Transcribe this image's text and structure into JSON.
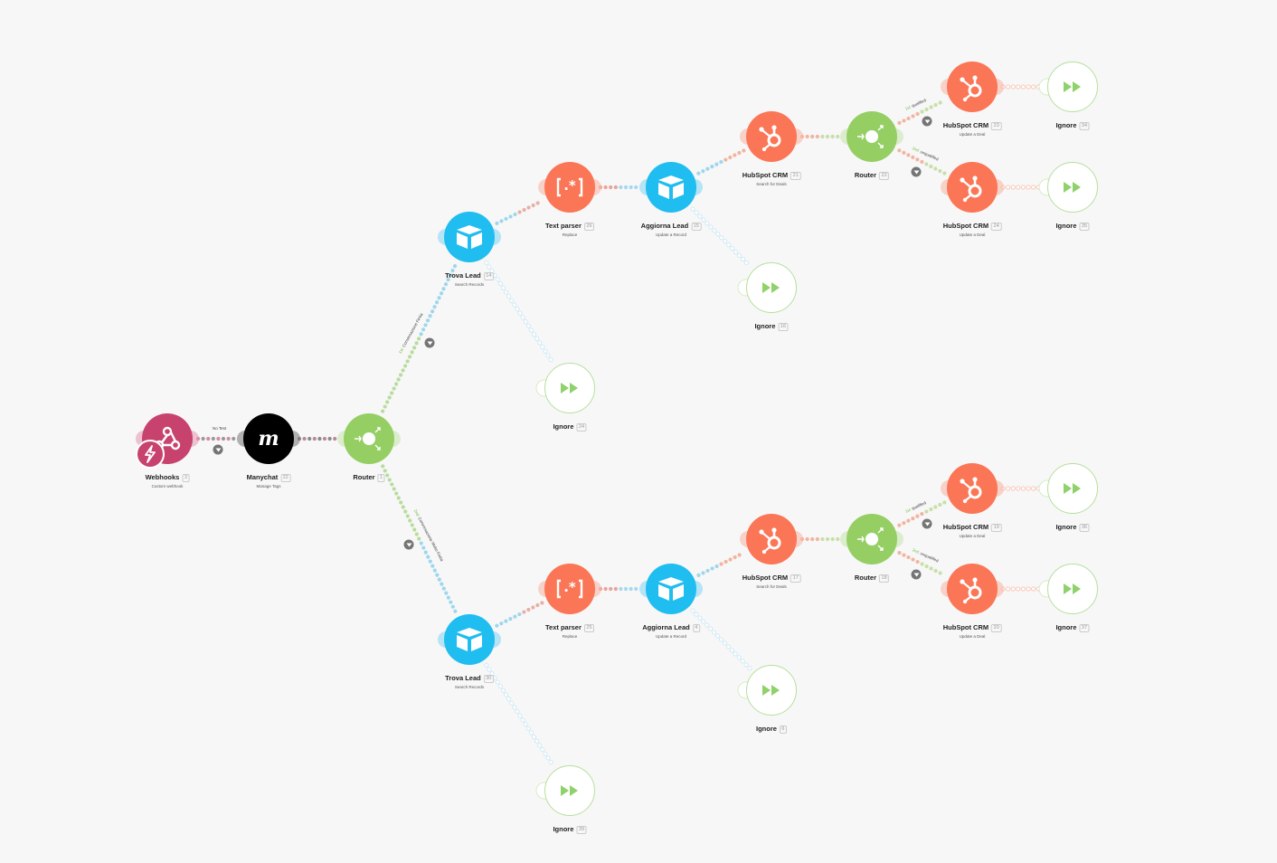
{
  "scenario": {
    "nodes": {
      "webhooks": {
        "title": "Webhooks",
        "id": "3",
        "subtitle": "Custom webhook",
        "app": "webhooks",
        "color": "#c8426e"
      },
      "manychat": {
        "title": "Manychat",
        "id": "22",
        "subtitle": "Manage Tags",
        "app": "manychat",
        "color": "#000000"
      },
      "router_main": {
        "title": "Router",
        "id": "1",
        "subtitle": "",
        "app": "router",
        "color": "#95cf64"
      },
      "trova_top": {
        "title": "Trova Lead",
        "id": "14",
        "subtitle": "Search Records",
        "app": "airtable",
        "color": "#1fbdf0"
      },
      "ignore_t1": {
        "title": "Ignore",
        "id": "24",
        "subtitle": "",
        "app": "ignore"
      },
      "parser_top": {
        "title": "Text parser",
        "id": "26",
        "subtitle": "Replace",
        "app": "parser",
        "color": "#fa7656"
      },
      "aggiorna_top": {
        "title": "Aggiorna Lead",
        "id": "15",
        "subtitle": "Update a Record",
        "app": "airtable",
        "color": "#1fbdf0"
      },
      "ignore_t2": {
        "title": "Ignore",
        "id": "16",
        "subtitle": "",
        "app": "ignore"
      },
      "hubsearch_top": {
        "title": "HubSpot CRM",
        "id": "21",
        "subtitle": "Search for Deals",
        "app": "hubspot",
        "color": "#fa7656"
      },
      "router_top": {
        "title": "Router",
        "id": "22",
        "subtitle": "",
        "app": "router",
        "color": "#95cf64"
      },
      "hubq_top": {
        "title": "HubSpot CRM",
        "id": "23",
        "subtitle": "Update a Deal",
        "app": "hubspot",
        "color": "#fa7656"
      },
      "hubu_top": {
        "title": "HubSpot CRM",
        "id": "24",
        "subtitle": "Update a Deal",
        "app": "hubspot",
        "color": "#fa7656"
      },
      "ignore_t3": {
        "title": "Ignore",
        "id": "34",
        "subtitle": "",
        "app": "ignore"
      },
      "ignore_t4": {
        "title": "Ignore",
        "id": "35",
        "subtitle": "",
        "app": "ignore"
      },
      "trova_bot": {
        "title": "Trova Lead",
        "id": "30",
        "subtitle": "Search Records",
        "app": "airtable",
        "color": "#1fbdf0"
      },
      "ignore_b1": {
        "title": "Ignore",
        "id": "39",
        "subtitle": "",
        "app": "ignore"
      },
      "parser_bot": {
        "title": "Text parser",
        "id": "25",
        "subtitle": "Replace",
        "app": "parser",
        "color": "#fa7656"
      },
      "aggiorna_bot": {
        "title": "Aggiorna Lead",
        "id": "4",
        "subtitle": "Update a Record",
        "app": "airtable",
        "color": "#1fbdf0"
      },
      "ignore_b2": {
        "title": "Ignore",
        "id": "6",
        "subtitle": "",
        "app": "ignore"
      },
      "hubsearch_bot": {
        "title": "HubSpot CRM",
        "id": "17",
        "subtitle": "Search for Deals",
        "app": "hubspot",
        "color": "#fa7656"
      },
      "router_bot": {
        "title": "Router",
        "id": "18",
        "subtitle": "",
        "app": "router",
        "color": "#95cf64"
      },
      "hubq_bot": {
        "title": "HubSpot CRM",
        "id": "19",
        "subtitle": "Update a Deal",
        "app": "hubspot",
        "color": "#fa7656"
      },
      "hubu_bot": {
        "title": "HubSpot CRM",
        "id": "20",
        "subtitle": "Update a Deal",
        "app": "hubspot",
        "color": "#fa7656"
      },
      "ignore_b3": {
        "title": "Ignore",
        "id": "36",
        "subtitle": "",
        "app": "ignore"
      },
      "ignore_b4": {
        "title": "Ignore",
        "id": "37",
        "subtitle": "",
        "app": "ignore"
      }
    },
    "routes": {
      "webhook_filter": {
        "num": "",
        "text": "No Test"
      },
      "top_route": {
        "num": "1st",
        "text": "Conversazione Finita"
      },
      "bottom_route": {
        "num": "2nd",
        "text": "Conversazione Molto Finita"
      },
      "qualified_top": {
        "num": "1st",
        "text": "qualified"
      },
      "unqualified_top": {
        "num": "2nd",
        "text": "unqualified"
      },
      "qualified_bot": {
        "num": "1st",
        "text": "qualified"
      },
      "unqualified_bot": {
        "num": "2nd",
        "text": "unqualified"
      }
    },
    "colors": {
      "webhooks": "#c8426e",
      "manychat": "#000000",
      "router": "#95cf64",
      "airtable": "#1fbdf0",
      "orange": "#fa7656",
      "ignore_border": "#b7df9c",
      "ignore_icon": "#8fd16a",
      "background": "#f7f7f7"
    }
  }
}
